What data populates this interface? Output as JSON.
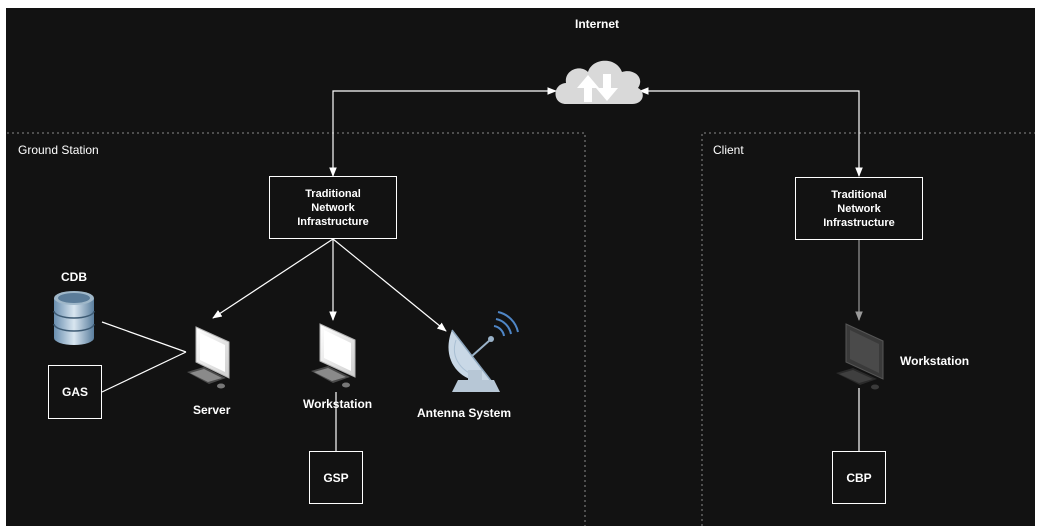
{
  "colors": {
    "background": "#121212",
    "stroke": "#ffffff",
    "dashed": "#8a8a8a",
    "cloud": "#d9d9d9"
  },
  "diagram": {
    "internet": {
      "label": "Internet",
      "icon": "cloud-upload-download-icon"
    },
    "groups": {
      "ground_station": {
        "label": "Ground Station"
      },
      "client": {
        "label": "Client"
      }
    },
    "nodes": {
      "gs_network": {
        "lines": [
          "Traditional",
          "Network",
          "Infrastructure"
        ]
      },
      "client_network": {
        "lines": [
          "Traditional",
          "Network",
          "Infrastructure"
        ]
      },
      "cdb": {
        "label": "CDB",
        "icon": "database-icon"
      },
      "gas": {
        "label": "GAS"
      },
      "server": {
        "label": "Server",
        "icon": "computer-icon"
      },
      "gs_workstation": {
        "label": "Workstation",
        "icon": "computer-icon"
      },
      "antenna": {
        "label": "Antenna System",
        "icon": "satellite-dish-icon"
      },
      "gsp": {
        "label": "GSP"
      },
      "client_workstation": {
        "label": "Workstation",
        "icon": "computer-icon"
      },
      "cbp": {
        "label": "CBP"
      }
    },
    "edges": [
      {
        "from": "gs_network",
        "to": "internet",
        "arrows": "both"
      },
      {
        "from": "client_network",
        "to": "internet",
        "arrows": "both"
      },
      {
        "from": "gs_network",
        "to": "server",
        "arrows": "end"
      },
      {
        "from": "gs_network",
        "to": "gs_workstation",
        "arrows": "end"
      },
      {
        "from": "gs_network",
        "to": "antenna",
        "arrows": "end"
      },
      {
        "from": "cdb",
        "to": "server",
        "arrows": "none"
      },
      {
        "from": "gas",
        "to": "server",
        "arrows": "none"
      },
      {
        "from": "gs_workstation",
        "to": "gsp",
        "arrows": "none"
      },
      {
        "from": "client_network",
        "to": "client_workstation",
        "arrows": "end"
      },
      {
        "from": "client_workstation",
        "to": "cbp",
        "arrows": "none"
      }
    ]
  }
}
